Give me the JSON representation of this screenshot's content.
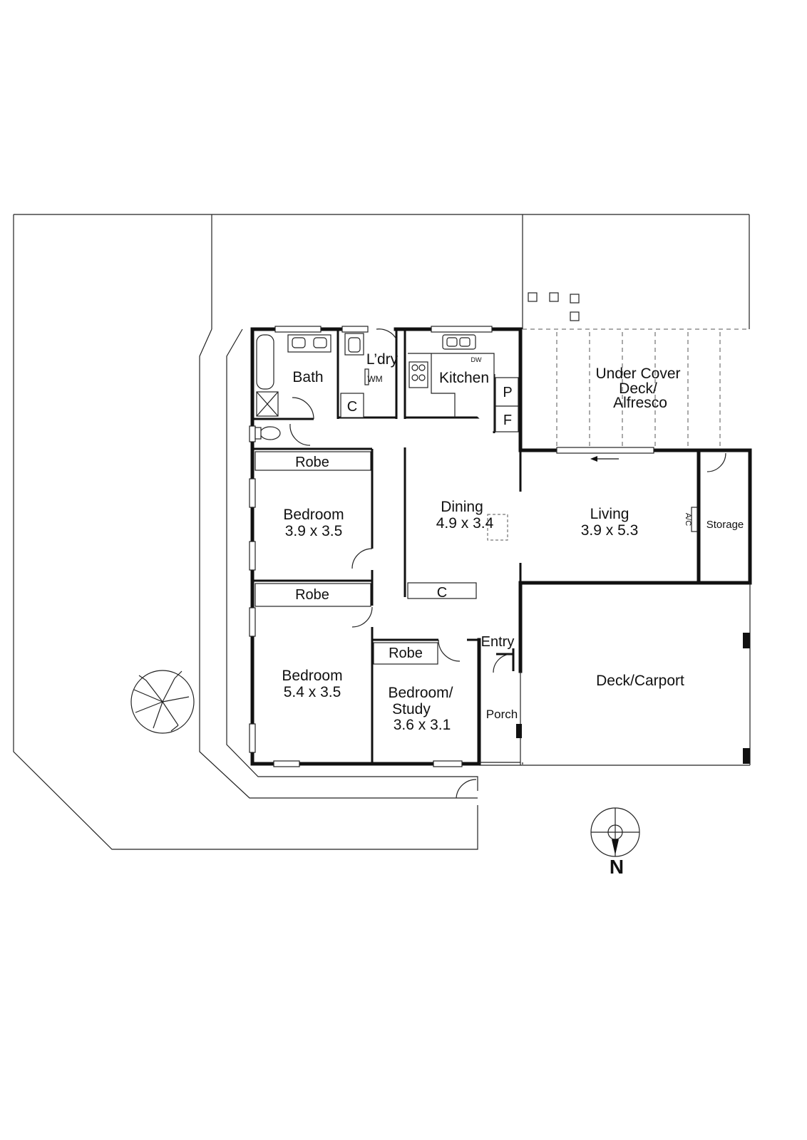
{
  "rooms": {
    "bath": "Bath",
    "laundry": "L’dry",
    "laundry_wm": "WM",
    "laundry_c": "C",
    "kitchen": "Kitchen",
    "kitchen_dw": "DW",
    "kitchen_p": "P",
    "kitchen_f": "F",
    "alfresco_1": "Under Cover",
    "alfresco_2": "Deck/",
    "alfresco_3": "Alfresco",
    "robe_1": "Robe",
    "robe_2": "Robe",
    "robe_3": "Robe",
    "bedroom1_name": "Bedroom",
    "bedroom1_size": "3.9 x 3.5",
    "bedroom2_name": "Bedroom",
    "bedroom2_size": "5.4 x 3.5",
    "study_name_1": "Bedroom/",
    "study_name_2": "Study",
    "study_size": "3.6 x 3.1",
    "dining_name": "Dining",
    "dining_size": "4.9 x 3.4",
    "dining_c": "C",
    "living_name": "Living",
    "living_size": "3.9 x 5.3",
    "ac": "A/C",
    "storage": "Storage",
    "entry": "Entry",
    "porch": "Porch",
    "carport": "Deck/Carport"
  },
  "compass": {
    "north": "N"
  }
}
